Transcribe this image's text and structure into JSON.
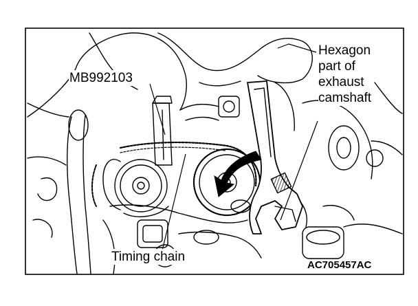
{
  "figure": {
    "labels": {
      "special_tool": "MB992103",
      "hexagon_line1": "Hexagon",
      "hexagon_line2": "part of",
      "hexagon_line3": "exhaust",
      "hexagon_line4": "camshaft",
      "timing_chain": "Timing chain",
      "figure_code": "AC705457AC"
    },
    "colors": {
      "ink": "#000000",
      "paper": "#ffffff",
      "shade": "#444444"
    }
  }
}
